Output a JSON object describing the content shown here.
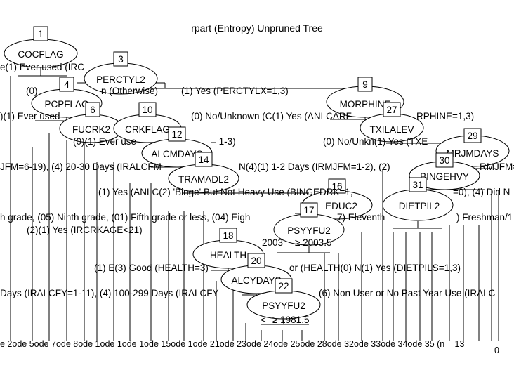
{
  "title": "rpart (Entropy) Unpruned Tree",
  "nodes": [
    {
      "id": "1",
      "var": "COCFLAG"
    },
    {
      "id": "3",
      "var": "PERCTYL2"
    },
    {
      "id": "4",
      "var": "PCPFLAG"
    },
    {
      "id": "6",
      "var": "FUCRK2"
    },
    {
      "id": "10",
      "var": "CRKFLAG"
    },
    {
      "id": "9",
      "var": "MORPHINE"
    },
    {
      "id": "27",
      "var": "TXILALEV"
    },
    {
      "id": "29",
      "var": "MRJMDAYS"
    },
    {
      "id": "12",
      "var": "ALCMDAYS"
    },
    {
      "id": "14",
      "var": "TRAMADL2"
    },
    {
      "id": "30",
      "var": "BINGEHVY"
    },
    {
      "id": "31",
      "var": "DIETPIL2"
    },
    {
      "id": "16",
      "var": "EDUC2"
    },
    {
      "id": "17",
      "var": "PSYYFU2"
    },
    {
      "id": "18",
      "var": "HEALTH"
    },
    {
      "id": "20",
      "var": "ALCYDAYS"
    },
    {
      "id": "22",
      "var": "PSYYFU2"
    }
  ],
  "splits": [
    {
      "id": "s1",
      "text": "e(1) Ever used (IRC"
    },
    {
      "id": "s2",
      "text": "(0)"
    },
    {
      "id": "s3",
      "text": "n (Otherwise)"
    },
    {
      "id": "s4",
      "text": "(1) Yes (PERCTYLX=1,3)"
    },
    {
      "id": "s5",
      "text": ")(1) Ever used"
    },
    {
      "id": "s6",
      "text": "(0) No/Unknown (C(1) Yes (ANLCARF"
    },
    {
      "id": "s7",
      "text": "RPHINE=1,3)"
    },
    {
      "id": "s8",
      "text": "(0)(1) Ever use"
    },
    {
      "id": "s9",
      "text": "= 1-3)"
    },
    {
      "id": "s10",
      "text": "(0) No/Unkn(1) Yes (TXE"
    },
    {
      "id": "s11",
      "text": "JFM=6-19), (4) 20-30 Days (IRALCFM"
    },
    {
      "id": "s12",
      "text": "N(4)(1) 1-2 Days (IRMJFM=1-2), (2)"
    },
    {
      "id": "s13",
      "text": "RMJFM="
    },
    {
      "id": "s14",
      "text": "(1) Yes (ANLC(2) 'Binge' But Not Heavy Use (BINGEDRK=1,"
    },
    {
      "id": "s15",
      "text": "=0), (4) Did N"
    },
    {
      "id": "s16",
      "text": "h grade, (05) Ninth grade, (01) Fifth grade or less, (04) Eigh"
    },
    {
      "id": "s17",
      "text": "7) Eleventh"
    },
    {
      "id": "s18",
      "text": ") Freshman/1"
    },
    {
      "id": "s19",
      "text": "(2)(1) Yes (IRCRKAGE<21)"
    },
    {
      "id": "s20",
      "text": "2003"
    },
    {
      "id": "s21",
      "text": "≥ 2003.5"
    },
    {
      "id": "s22",
      "text": "(1) E(3) Good (HEALTH=3)"
    },
    {
      "id": "s23",
      "text": "or (HEALTH(0) N(1) Yes (DIETPILS=1,3)"
    },
    {
      "id": "s24",
      "text": "Days (IRALCFY=1-11), (4) 100-299 Days (IRALCFY"
    },
    {
      "id": "s25",
      "text": "(6) Non User or No Past Year Use (IRALC"
    },
    {
      "id": "s26",
      "text": "<"
    },
    {
      "id": "s27",
      "text": "≥ 1981.5"
    }
  ],
  "leaves": [
    {
      "text": "e 2ode 5ode 7ode 8ode 1ode 1ode 1ode 15ode 1ode 21ode 23ode 24ode 25ode 28ode 32ode 33ode 34ode 35 (n = 13"
    },
    {
      "text": "0"
    }
  ]
}
